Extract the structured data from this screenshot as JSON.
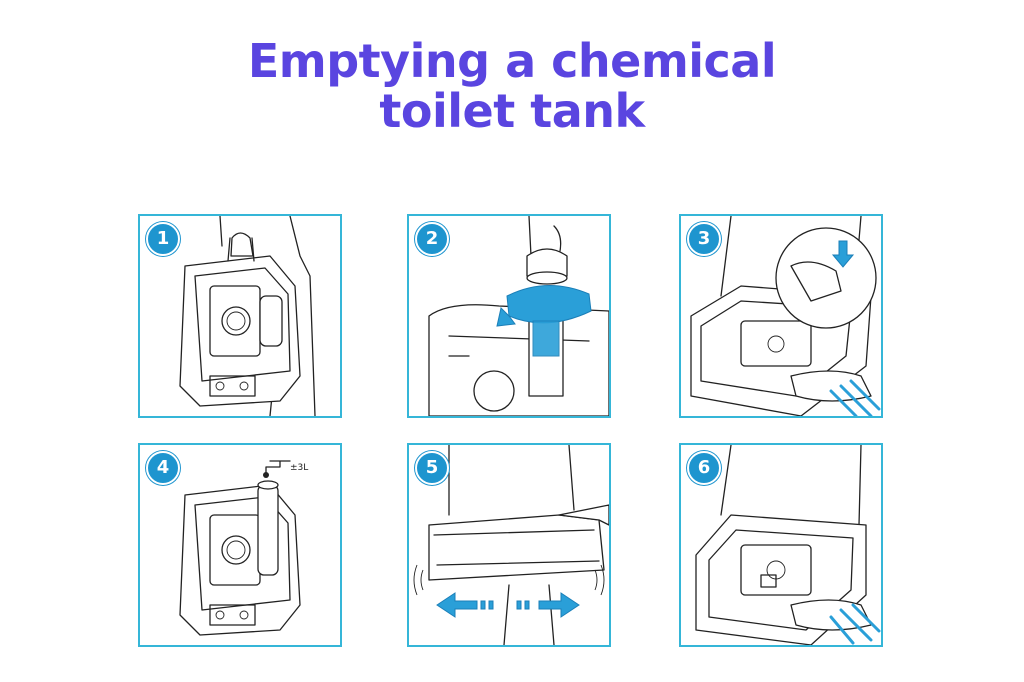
{
  "title": {
    "line1": "Emptying a chemical",
    "line2": "toilet tank"
  },
  "steps": [
    {
      "number": "1"
    },
    {
      "number": "2"
    },
    {
      "number": "3"
    },
    {
      "number": "4",
      "tap_label": "±3L"
    },
    {
      "number": "5"
    },
    {
      "number": "6"
    }
  ],
  "colors": {
    "title": "#5a45e0",
    "panel_border": "#35b6d8",
    "badge": "#1e95cf",
    "accent_blue": "#2a9fd8"
  }
}
